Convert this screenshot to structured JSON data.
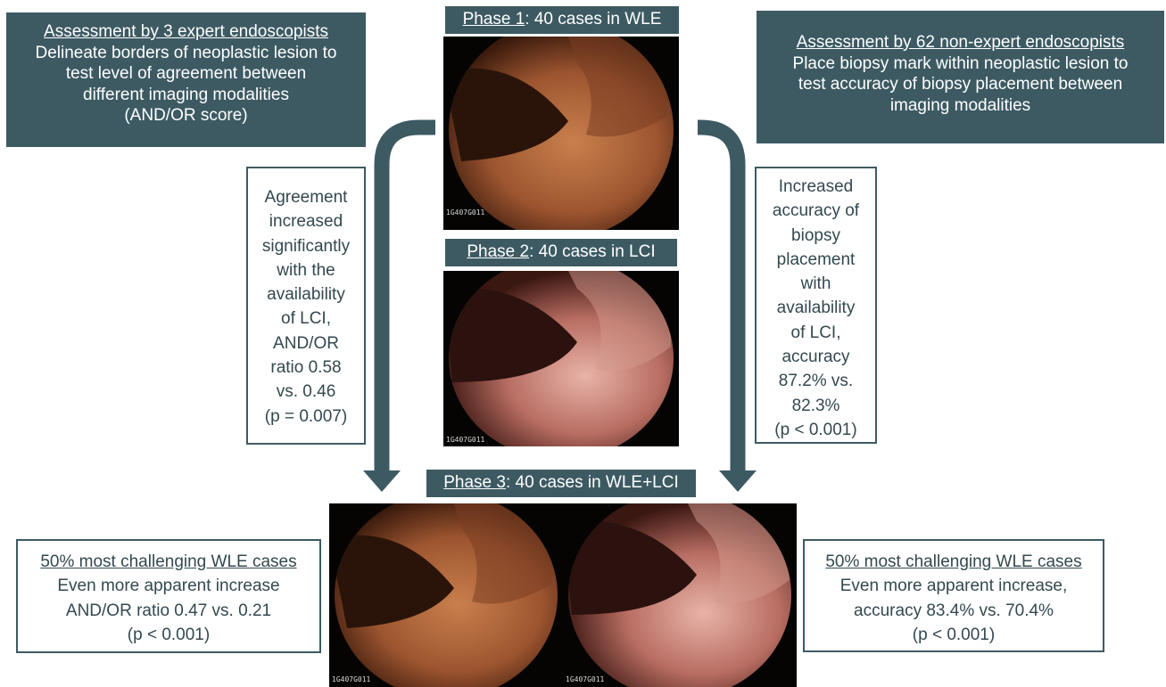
{
  "colors": {
    "accent": "#3d5a63",
    "text_dark": "#33484f",
    "text_light": "#ffffff"
  },
  "left_header": {
    "title": "Assessment by 3 expert endoscopists",
    "lines": [
      "Delineate borders of neoplastic lesion to",
      "test level of agreement between",
      "different imaging modalities",
      "(AND/OR score)"
    ]
  },
  "right_header": {
    "title": "Assessment by 62 non-expert endoscopists",
    "lines": [
      "Place biopsy mark within neoplastic lesion to",
      "test accuracy of biopsy placement between",
      "imaging modalities"
    ]
  },
  "phases": [
    {
      "label": "Phase 1",
      "text": ": 40 cases in WLE"
    },
    {
      "label": "Phase 2",
      "text": ": 40 cases in LCI"
    },
    {
      "label": "Phase 3",
      "text": ": 40 cases in WLE+LCI"
    }
  ],
  "left_result": {
    "lines": [
      "Agreement",
      "increased",
      "significantly",
      "with the",
      "availability",
      "of LCI,",
      "AND/OR",
      "ratio 0.58",
      "vs. 0.46",
      "(p = 0.007)"
    ]
  },
  "right_result": {
    "lines": [
      "Increased",
      "accuracy of",
      "biopsy",
      "placement",
      "with",
      "availability",
      "of LCI,",
      "accuracy",
      "87.2% vs.",
      "82.3%",
      "(p < 0.001)"
    ]
  },
  "bottom_left": {
    "title": "50% most challenging WLE cases",
    "lines": [
      "Even more apparent increase",
      "AND/OR ratio 0.47 vs. 0.21",
      "(p < 0.001)"
    ]
  },
  "bottom_right": {
    "title": "50% most challenging WLE cases",
    "lines": [
      "Even more apparent increase,",
      "accuracy 83.4% vs. 70.4%",
      "(p < 0.001)"
    ]
  },
  "images": [
    {
      "icon": "endoscopy-wle-image"
    },
    {
      "icon": "endoscopy-lci-image"
    },
    {
      "icon": "endoscopy-wle-image-phase3"
    },
    {
      "icon": "endoscopy-lci-image-phase3"
    }
  ]
}
